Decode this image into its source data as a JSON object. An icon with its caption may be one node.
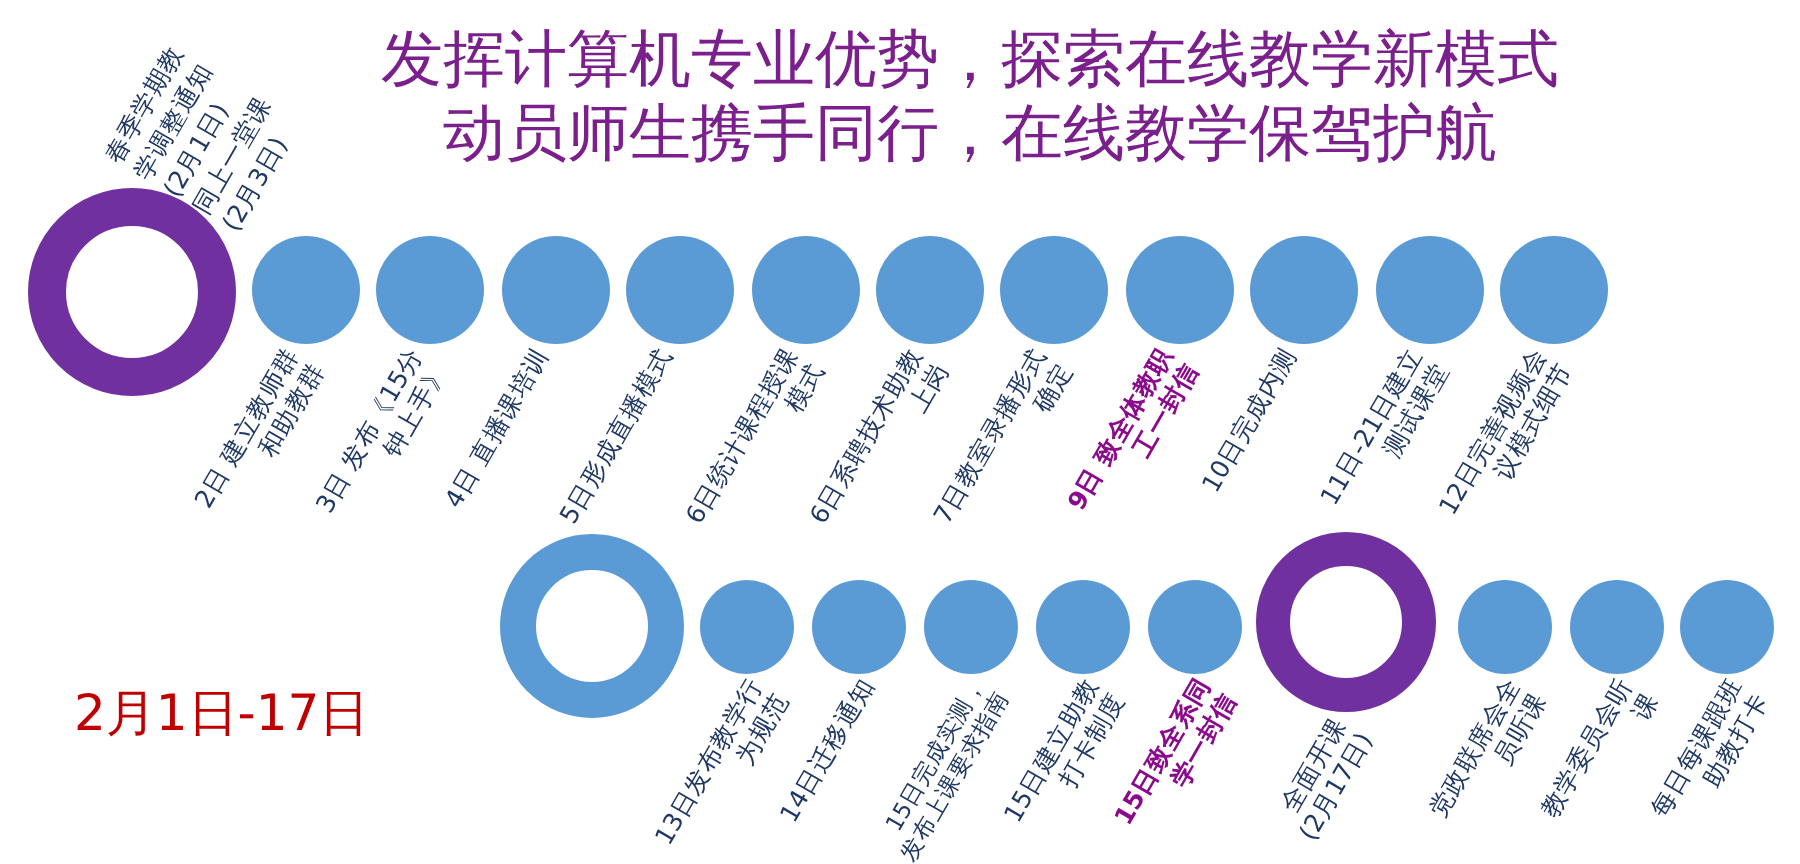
{
  "diagram": {
    "title": "发挥计算机专业优势，探索在线教学新模式动员师生携手同行，在线教学保驾护航",
    "nodes": [
      {
        "text": [],
        "shape": "ring",
        "beside": [
          "春季学期教学调整通知(2月1日)",
          "同上一堂课(2月3日)"
        ]
      },
      {
        "text": [],
        "shape": "circle",
        "beside": [
          "2日 建立教师群和助教群"
        ]
      },
      {
        "text": [],
        "shape": "circle",
        "beside": [
          "3日 发布《15分钟上手》"
        ]
      },
      {
        "text": [],
        "shape": "circle",
        "beside": [
          "4日 直播课培训"
        ]
      },
      {
        "text": [],
        "shape": "circle",
        "beside": [
          "5日形成直播模式"
        ]
      },
      {
        "text": [],
        "shape": "circle",
        "beside": [
          "6日统计课程授课模式"
        ]
      },
      {
        "text": [],
        "shape": "circle",
        "beside": [
          "6日系聘技术助教上岗"
        ]
      },
      {
        "text": [],
        "shape": "circle",
        "beside": [
          "7日教室录播形式确定"
        ]
      },
      {
        "text": [],
        "shape": "circle",
        "beside": [
          "9日 致全体教职工一封信"
        ]
      },
      {
        "text": [],
        "shape": "circle",
        "beside": [
          "10日完成内测"
        ]
      },
      {
        "text": [],
        "shape": "circle",
        "beside": [
          "11日-21日建立测试课堂"
        ]
      },
      {
        "text": [],
        "shape": "circle",
        "beside": [
          "12日完善视频会议模式细节"
        ]
      },
      {
        "text": [],
        "shape": "ring"
      },
      {
        "text": [],
        "shape": "circle",
        "beside": [
          "13日发布教学行为规范"
        ]
      },
      {
        "text": [],
        "shape": "circle",
        "beside": [
          "14日迁移通知"
        ]
      },
      {
        "text": [],
        "shape": "circle",
        "beside": [
          "15日完成实测，发布上课要求指南"
        ]
      },
      {
        "text": [],
        "shape": "circle",
        "beside": [
          "15日建立助教打卡制度"
        ]
      },
      {
        "text": [],
        "shape": "circle",
        "beside": [
          "15日致全系同学一封信"
        ]
      },
      {
        "text": [],
        "shape": "ring",
        "beside": [
          "全面开课(2月17日)"
        ]
      },
      {
        "text": [],
        "shape": "circle",
        "beside": [
          "党政联席会全员听课"
        ]
      },
      {
        "text": [],
        "shape": "circle",
        "beside": [
          "教学委员会听课"
        ]
      },
      {
        "text": [],
        "shape": "circle",
        "beside": [
          "每日每课跟班助教打卡"
        ]
      }
    ],
    "labels": [
      "2月1日-17日"
    ]
  }
}
